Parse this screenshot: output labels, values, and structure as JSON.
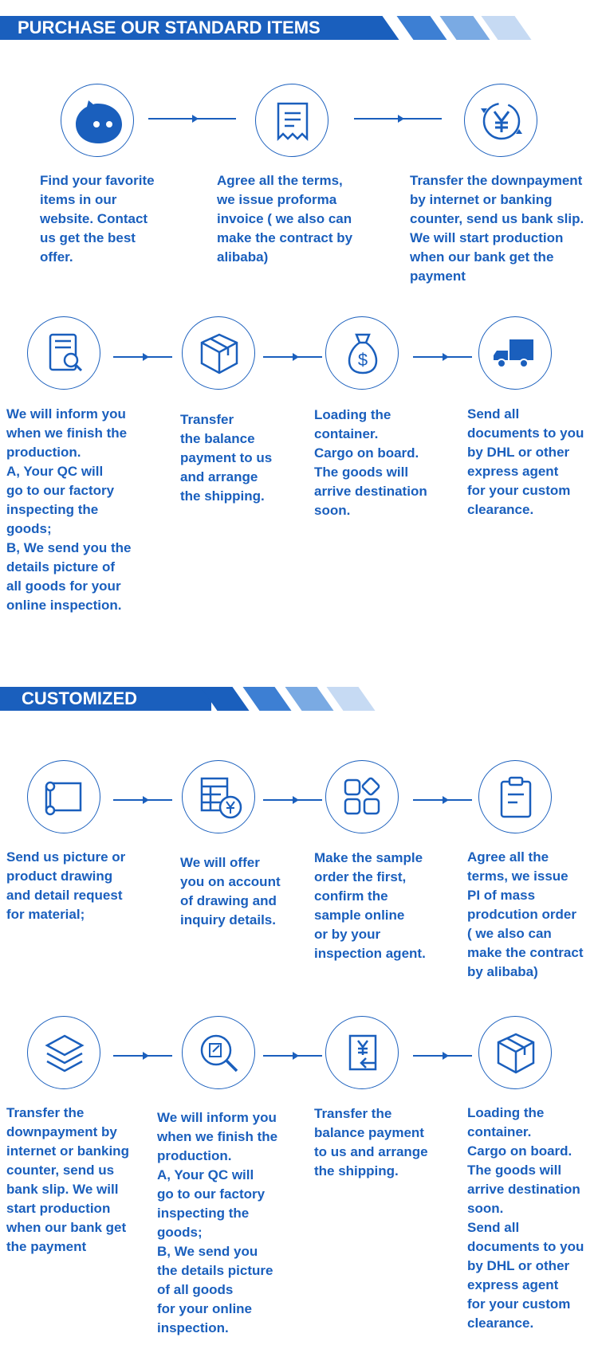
{
  "colors": {
    "accent": "#1a5fbd"
  },
  "sections": [
    {
      "title": "PURCHASE OUR STANDARD ITEMS",
      "rows": [
        [
          {
            "icon": "chat-bubble-icon",
            "text": "Find your favorite\nitems in our\nwebsite. Contact\nus get the best\noffer."
          },
          {
            "icon": "invoice-receipt-icon",
            "text": "Agree all the terms,\nwe issue proforma\ninvoice ( we also can\nmake the contract by\nalibaba)"
          },
          {
            "icon": "yen-exchange-icon",
            "text": "Transfer the downpayment\nby internet or banking\ncounter, send us bank slip.\nWe will start production\nwhen our bank get the\npayment"
          }
        ],
        [
          {
            "icon": "document-search-icon",
            "text": "We will inform you\nwhen we finish the\nproduction.\nA, Your QC will\ngo to our factory\ninspecting the\ngoods;\nB, We send you the\ndetails picture of\nall goods for your\nonline inspection."
          },
          {
            "icon": "package-box-icon",
            "text": "Transfer\nthe balance\npayment to us\nand arrange\nthe shipping."
          },
          {
            "icon": "money-bag-icon",
            "text": "Loading the\ncontainer.\nCargo on board.\nThe goods will\narrive destination\nsoon."
          },
          {
            "icon": "delivery-truck-icon",
            "text": "Send all\ndocuments to you\nby DHL or other\nexpress agent\nfor your custom\nclearance."
          }
        ]
      ]
    },
    {
      "title": "CUSTOMIZED",
      "rows": [
        [
          {
            "icon": "drawing-scroll-icon",
            "text": "Send us picture or\nproduct drawing\nand detail request\nfor material;"
          },
          {
            "icon": "calculator-yen-icon",
            "text": "We will offer\nyou on account\nof drawing and\ninquiry details."
          },
          {
            "icon": "sample-grid-icon",
            "text": "Make the sample\norder the first,\nconfirm the\nsample online\nor by your\ninspection agent."
          },
          {
            "icon": "clipboard-icon",
            "text": "Agree all the\nterms, we issue\nPI of mass\nprodcution order\n( we also can\nmake the contract\nby alibaba)"
          }
        ],
        [
          {
            "icon": "layers-icon",
            "text": "Transfer the\ndownpayment by\ninternet or banking\ncounter, send us\nbank slip. We will\nstart production\nwhen our bank get\nthe payment"
          },
          {
            "icon": "magnifier-document-icon",
            "text": "We will inform you\nwhen we finish the\nproduction.\nA, Your QC will\ngo to our factory\ninspecting the\ngoods;\nB, We send you\nthe details picture\nof all goods\nfor your online\ninspection."
          },
          {
            "icon": "yen-receipt-icon",
            "text": "Transfer the\nbalance payment\nto us and arrange\nthe shipping."
          },
          {
            "icon": "box-icon",
            "text": "Loading the\ncontainer.\nCargo on board.\nThe goods will\narrive destination\nsoon.\nSend all\ndocuments to you\nby DHL or other\nexpress agent\nfor your custom\nclearance."
          }
        ]
      ]
    }
  ]
}
